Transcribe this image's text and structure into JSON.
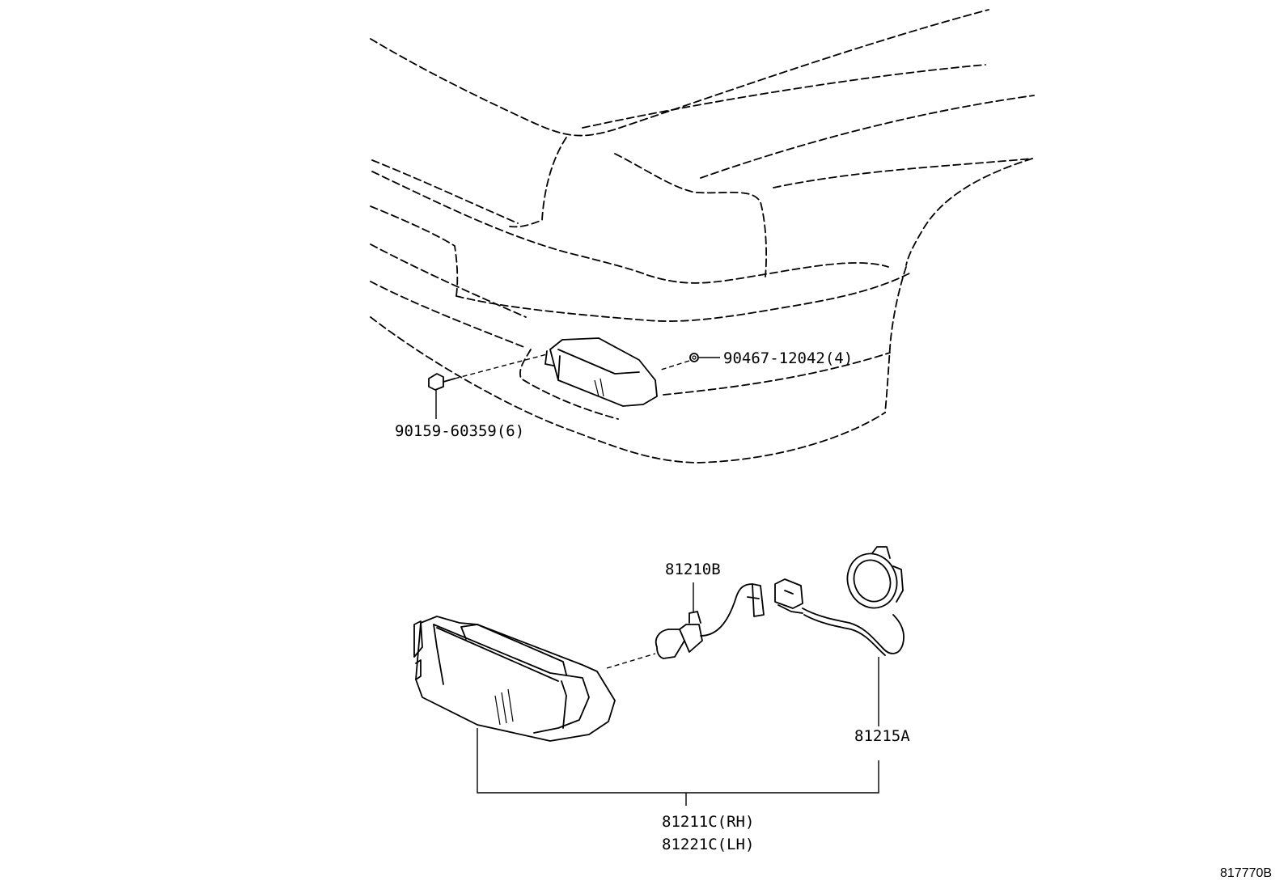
{
  "parts": {
    "nut": "90467-12042(4)",
    "bolt": "90159-60359(6)",
    "bulb": "81210B",
    "socket": "81215A",
    "lamp_rh": "81211C(RH)",
    "lamp_lh": "81221C(LH)"
  },
  "diagram_ref": "817770B",
  "icons": {
    "car_body": "car-body-outline-icon",
    "fog_lamp_installed": "fog-lamp-icon",
    "fog_lamp_exploded": "fog-lamp-icon",
    "bulb": "bulb-icon",
    "socket": "socket-harness-icon",
    "bolt": "bolt-icon",
    "nut": "clip-nut-icon"
  }
}
